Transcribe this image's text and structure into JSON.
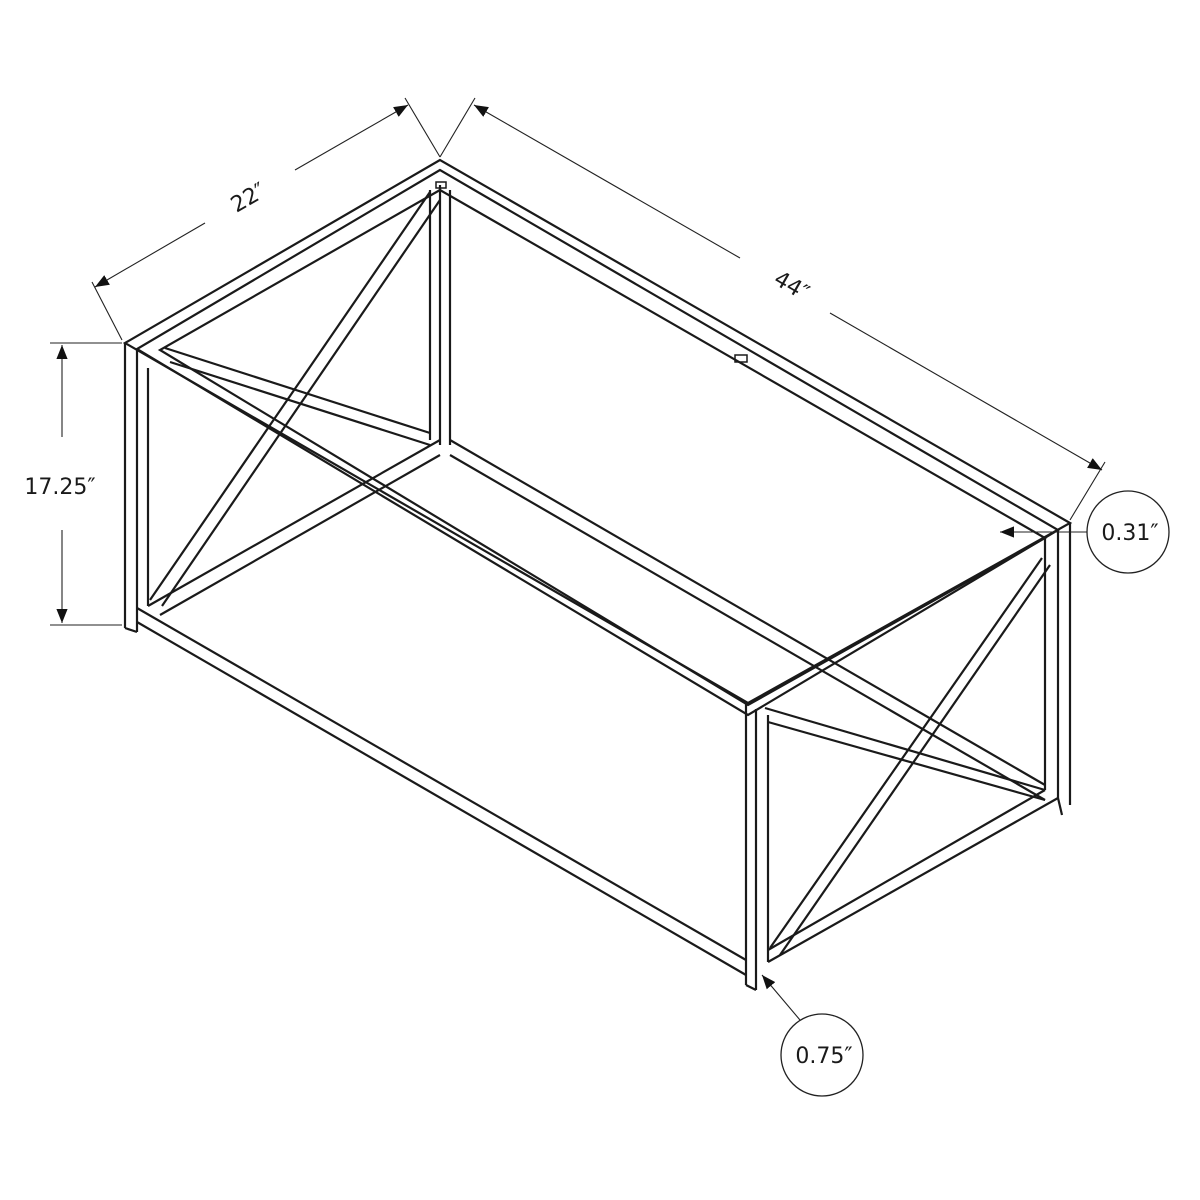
{
  "drawing": {
    "subject": "",
    "dimensions": {
      "depth": "22″",
      "length": "44″",
      "height": "17.25″",
      "top_inset": "0.31″",
      "tube_width": "0.75″"
    },
    "line_color": "#1a1a1a",
    "background": "#ffffff"
  }
}
